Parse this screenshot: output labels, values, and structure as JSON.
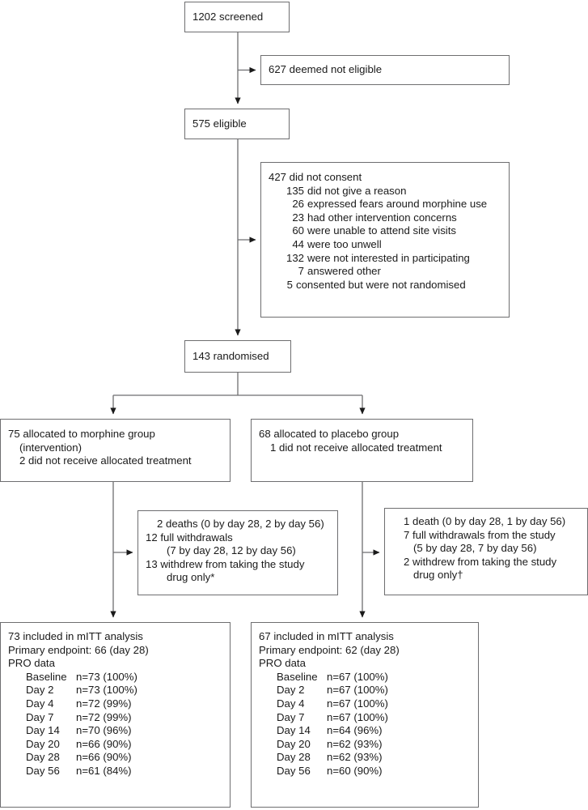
{
  "diagram": {
    "title": "CONSORT trial profile",
    "stroke_color": "#6e6e70",
    "text_color": "#1a1a1a",
    "background": "#ffffff"
  },
  "screened_box": {
    "text": "1202 screened"
  },
  "not_eligible_box": {
    "text": "627 deemed not eligible"
  },
  "eligible_box": {
    "text": "575 eligible"
  },
  "not_consent_box": {
    "header": "427 did not consent",
    "reasons": [
      {
        "n": "135",
        "text": "did not give a reason"
      },
      {
        "n": "26",
        "text": "expressed fears around morphine use"
      },
      {
        "n": "23",
        "text": "had other intervention concerns"
      },
      {
        "n": "60",
        "text": "were unable to attend site visits"
      },
      {
        "n": "44",
        "text": "were too unwell"
      },
      {
        "n": "132",
        "text": "were not interested in participating"
      },
      {
        "n": "7",
        "text": "answered other"
      }
    ],
    "footer_n": "5",
    "footer_text": "consented but were not randomised"
  },
  "randomised_box": {
    "text": "143 randomised"
  },
  "allocation_left_box": {
    "line1": "75 allocated to morphine group",
    "line2": "(intervention)",
    "line3": "2 did not receive allocated treatment"
  },
  "allocation_right_box": {
    "line1": "68 allocated to placebo group",
    "line2": "1 did not receive allocated treatment"
  },
  "withdrawal_left_box": {
    "line1": "2 deaths (0 by day 28, 2 by day 56)",
    "line2": "12 full withdrawals",
    "line3": "(7 by day 28, 12 by day 56)",
    "line4": "13 withdrew from taking the study",
    "line5": "drug only*"
  },
  "withdrawal_right_box": {
    "line1": "1 death (0 by day 28, 1 by day 56)",
    "line2": "7 full withdrawals from the study",
    "line3": "(5 by day 28, 7 by day 56)",
    "line4": "2 withdrew from taking the study",
    "line5": "drug only†"
  },
  "analysis_left_box": {
    "line1": "73 included in mITT analysis",
    "line2": "Primary endpoint: 66 (day 28)",
    "line3": "PRO data",
    "pro_data": [
      {
        "label": "Baseline",
        "value": "n=73 (100%)"
      },
      {
        "label": "Day 2",
        "value": "n=73 (100%)"
      },
      {
        "label": "Day 4",
        "value": "n=72 (99%)"
      },
      {
        "label": "Day 7",
        "value": "n=72 (99%)"
      },
      {
        "label": "Day 14",
        "value": "n=70 (96%)"
      },
      {
        "label": "Day 20",
        "value": "n=66 (90%)"
      },
      {
        "label": "Day 28",
        "value": "n=66 (90%)"
      },
      {
        "label": "Day 56",
        "value": "n=61 (84%)"
      }
    ]
  },
  "analysis_right_box": {
    "line1": "67 included in mITT analysis",
    "line2": "Primary endpoint: 62 (day 28)",
    "line3": "PRO data",
    "pro_data": [
      {
        "label": "Baseline",
        "value": "n=67 (100%)"
      },
      {
        "label": "Day 2",
        "value": "n=67 (100%)"
      },
      {
        "label": "Day 4",
        "value": "n=67 (100%)"
      },
      {
        "label": "Day 7",
        "value": "n=67 (100%)"
      },
      {
        "label": "Day 14",
        "value": "n=64 (96%)"
      },
      {
        "label": "Day 20",
        "value": "n=62 (93%)"
      },
      {
        "label": "Day 28",
        "value": "n=62 (93%)"
      },
      {
        "label": "Day 56",
        "value": "n=60 (90%)"
      }
    ]
  }
}
